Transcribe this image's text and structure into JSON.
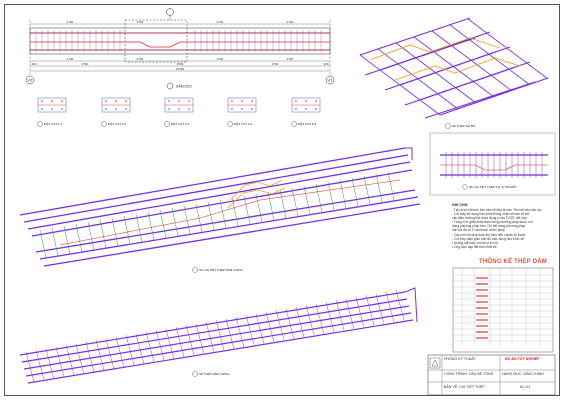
{
  "elevation": {
    "dims_top": [
      "2700",
      "2700",
      "2700",
      "2700"
    ],
    "dims_mid": [
      "2700",
      "2700",
      "2700",
      "2700"
    ],
    "dims_bottom": [
      "300",
      "3700",
      "4550",
      "3700",
      "300"
    ],
    "total_length": "10500",
    "axis_left": "V2",
    "axis_right": "V1",
    "caption": "DẦM DỌC"
  },
  "sections": [
    {
      "label": "MẶT CẮT 1-1"
    },
    {
      "label": "MẶT CẮT 2-2"
    },
    {
      "label": "MẶT CẮT 3-3"
    },
    {
      "label": "MẶT CẮT 4-4"
    },
    {
      "label": "MẶT CẮT 5-5"
    }
  ],
  "views": {
    "iso_top_right": "3D THÉP VAI BÒ",
    "detail_beam": "3D CHI TIẾT THÉP TẠI VỊ TRÍ ĐỐT",
    "main_iso": "3D CHI TIẾT THÉP DẦM CHÍNH",
    "bottom_iso": "3D THÉP DẦM CHÍNH"
  },
  "notes": {
    "title": "GHI CHÚ:",
    "lines": [
      "- Tất cả kích thước trên bản vẽ đều là mm. Tim kết cấu chịu lực.",
      "- Cốt thép sử dụng hiện phải thống nhất với bản vẽ kết",
      "  cấu hiện trường.Khi chưa đồng ý của TVGS, kết hợp",
      "- Từng vị trí ghép thép dầm dùng phương pháp buộc, nối",
      "  dùng phương pháp hàn. Chi tiết dùng phương pháp",
      "  hàn khi đã có 1 loại thanh được phép",
      "- Các mối nối phải tuân thủ theo tiêu chuẩn kỹ thuật.",
      "- Cốt thép dầm gồm bản đủ móc đúng như hình vẽ:",
      "  • Không cắt thép chủ tại vị trí nối.",
      "  • Ống luồn cáp đặt theo thiết kế."
    ]
  },
  "rebar_table": {
    "title": "THỐNG KÊ THÉP DẦM",
    "row_count": 12
  },
  "title_block": {
    "company": "PHÒNG KỸ THUẬT",
    "project": "ĐỒ ÁN TỐT NGHIỆP",
    "lines": [
      "CÔNG TRÌNH: CẦU BÊ TÔNG",
      "HẠNG MỤC: DẦM CHÍNH",
      "BẢN VẼ: CHI TIẾT THÉP"
    ],
    "sheet_no": "KC-01"
  }
}
